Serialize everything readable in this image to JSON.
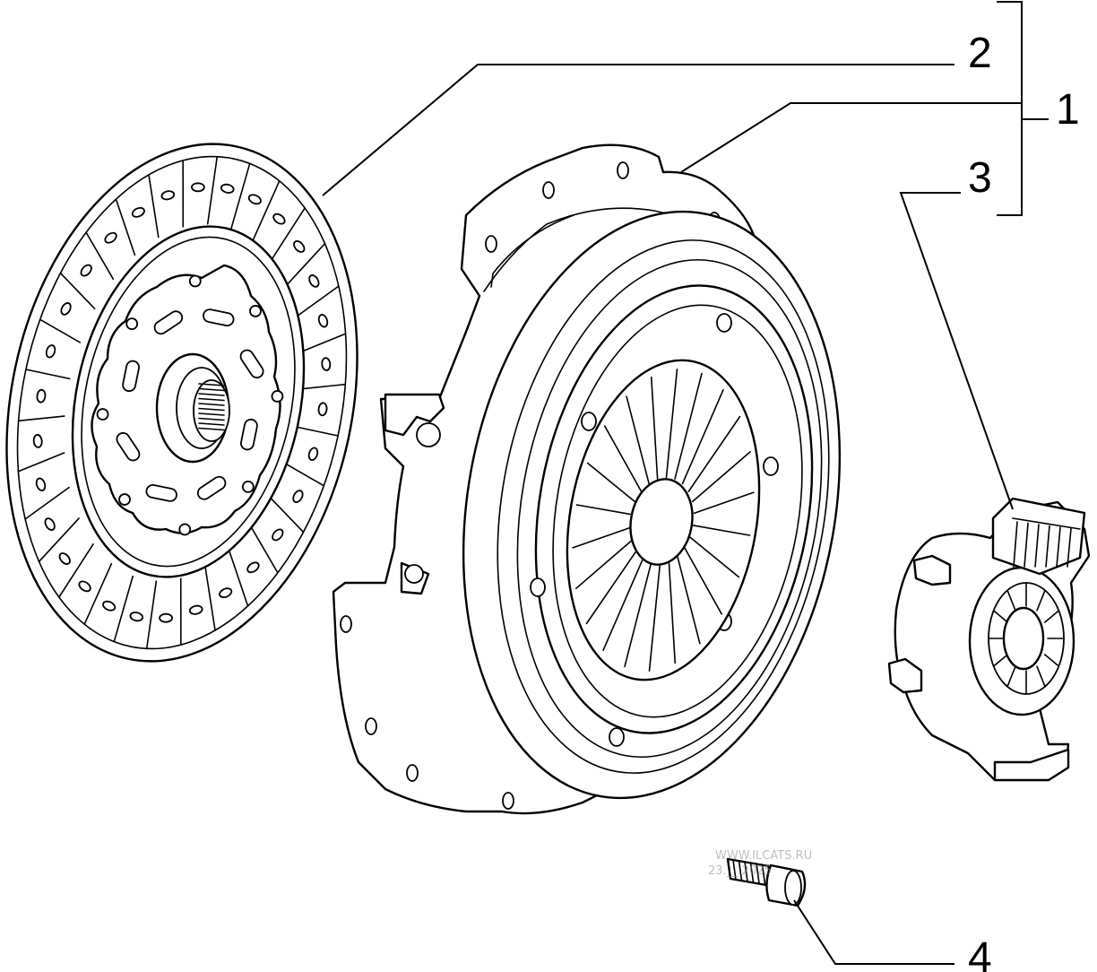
{
  "callouts": {
    "c1": "1",
    "c2": "2",
    "c3": "3",
    "c4": "4"
  },
  "watermark": {
    "line1": "WWW.ILCATS.RU",
    "line2": "23.__.2025"
  }
}
